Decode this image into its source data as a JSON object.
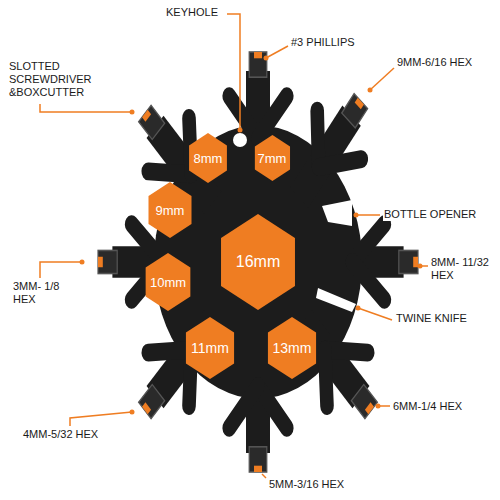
{
  "diagram": {
    "nodes": [
      {
        "text": [
          "8mm"
        ]
      },
      {
        "text": [
          "7mm"
        ]
      },
      {
        "text": [
          "9mm"
        ]
      },
      {
        "text": [
          "16mm"
        ]
      },
      {
        "text": [
          "10mm"
        ]
      },
      {
        "text": [
          "11mm"
        ]
      },
      {
        "text": [
          "13mm"
        ]
      }
    ],
    "labels": [
      "KEYHOLE",
      "#3 PHILLIPS",
      "SLOTTED SCREWDRIVER &BOXCUTTER",
      "9MM-6/16 HEX",
      "BOTTLE OPENER",
      "8MM- 11/32 HEX",
      "TWINE KNIFE",
      "3MM- 1/8 HEX",
      "6MM-1/4 HEX",
      "4MM-5/32 HEX",
      "5MM-3/16 HEX"
    ]
  }
}
